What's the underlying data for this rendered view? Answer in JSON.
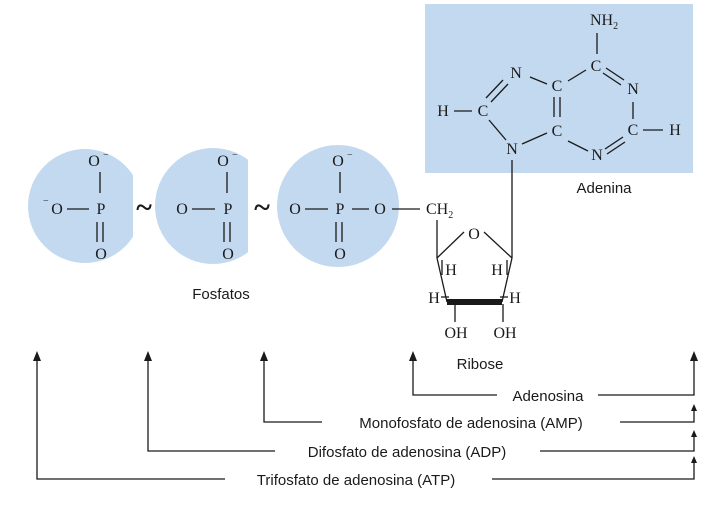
{
  "labels": {
    "adenine": "Adenina",
    "phosphates": "Fosfatos",
    "ribose": "Ribose"
  },
  "brackets": {
    "adenosine": "Adenosina",
    "amp": "Monofosfato de adenosina (AMP)",
    "adp": "Difosfato de adenosina (ADP)",
    "atp": "Trifosfato de adenosina (ATP)"
  },
  "atoms": {
    "oxygen": "O",
    "phosphorus": "P",
    "nitrogen": "N",
    "carbon": "C",
    "hydrogen": "H",
    "hydroxyl": "OH",
    "amino_main": "NH",
    "amino_sub": "2",
    "methylene_main": "CH",
    "methylene_sub": "2",
    "negative_charge": "−",
    "high_energy_bond": "~"
  },
  "colors": {
    "phosphate_fill": "#c3d9ef",
    "adenine_fill": "#c3d9ef",
    "ink": "#1a1a1a"
  }
}
